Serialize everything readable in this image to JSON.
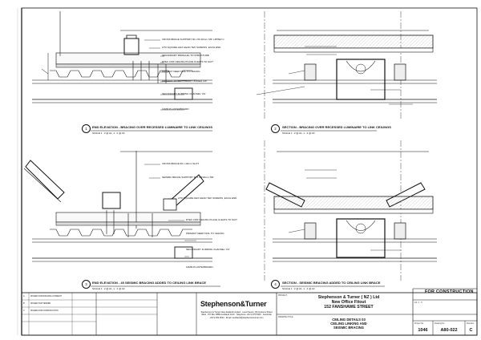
{
  "drawing": {
    "detail_1": {
      "number": "1",
      "caption": "END ELEVATION - BRACING OVER RECESSED LUMINAIRE TO LINK CEILINGS",
      "scale": "SCALE 1 : 2 @ A1, 1 : 4 @ A3"
    },
    "detail_2": {
      "number": "2",
      "caption": "SECTION - BRACING OVER RECESSED LUMINAIRE TO LINK CEILINGS",
      "scale": "SCALE 1 : 2 @ A1, 1 : 4 @ A3"
    },
    "detail_3": {
      "number": "3",
      "caption": "END ELEVATION - 45 SEISMIC BRACING ADDED TO CEILING LINK BRACE",
      "scale": "SCALE 1 : 2 @ A1, 1 : 4 @ A3"
    },
    "detail_4": {
      "number": "4",
      "caption": "SECTION - SEISMIC BRACING ADDED TO CEILING LINK BRACE",
      "scale": "SCALE 1 : 2 @ A1, 1 : 4 @ A3"
    },
    "notes_top": [
      "CROSS BRACE SUPPORT 90 x 50 40mm 'MF' LIPPED C",
      "2/70 SQUARE HEX HEAD TEK SCREWS, EACH END",
      "SECONDARY PARALLEL TO STRUCTURE",
      "DTEC LINK CEILING PLACE CLEATS TO SUIT",
      "PRIMARY DEEP DIAL TO CEILING",
      "PRIMARY TO SECONDARY JOINER CW",
      "SECONDARY FURRING CHANNEL 'CS'",
      "13MM PLASTERBOARD"
    ],
    "notes_bottom": [
      "CROSS BRACE 90 x 40mm SLOT",
      "SEISMIC BRACE SUPPORT 90 x 50/40mm 'MF'",
      "2/70 SQUARE HEX HEAD TEK SCREWS, EACH END",
      "DTEC LINK CEILING PLACE CLEATS TO SUIT",
      "PRIMARY DEEP DIAL TO CEILING",
      "SECONDARY FURRING CHANNEL 'CS'",
      "13MM PLASTERBOARD"
    ]
  },
  "titleblock": {
    "status": "FOR CONSTRUCTION",
    "company": "Stephenson&Turner",
    "address": "Stephenson & Turner New Zealand Limited · Level Seven, 29 Customs Street West · PO Box 3880 Auckland 1140 · Telephone +64 9 379 5400 · Facsimile +64 9 309 2624 · Email: auckland@stephensonturner.com",
    "client_line1": "Stephenson & Turner ( NZ ) Ltd",
    "client_line2": "New Office Fitout",
    "client_line3": "152 FANSHAWE STREET",
    "title_line1": "CEILING DETAILS 03",
    "title_line2": "CEILING LINKING AND",
    "title_line3": "SEISMIC BRACING",
    "project_no": "1046",
    "drawing_no": "A80-022",
    "revision": "C",
    "label_project": "PROJECT",
    "label_title": "DRAWING TITLE",
    "label_project_no": "Project No",
    "label_drawing_no": "Drawing No",
    "label_revision": "Revision",
    "label_sheet": "A3 / 1 : 5",
    "revisions": [
      {
        "rev": "A",
        "desc": "ISSUED FOR BUILDING CONSENT"
      },
      {
        "rev": "B",
        "desc": "ISSUED FOR TENDER"
      },
      {
        "rev": "C",
        "desc": "ISSUED FOR CONSTRUCTION"
      }
    ]
  }
}
